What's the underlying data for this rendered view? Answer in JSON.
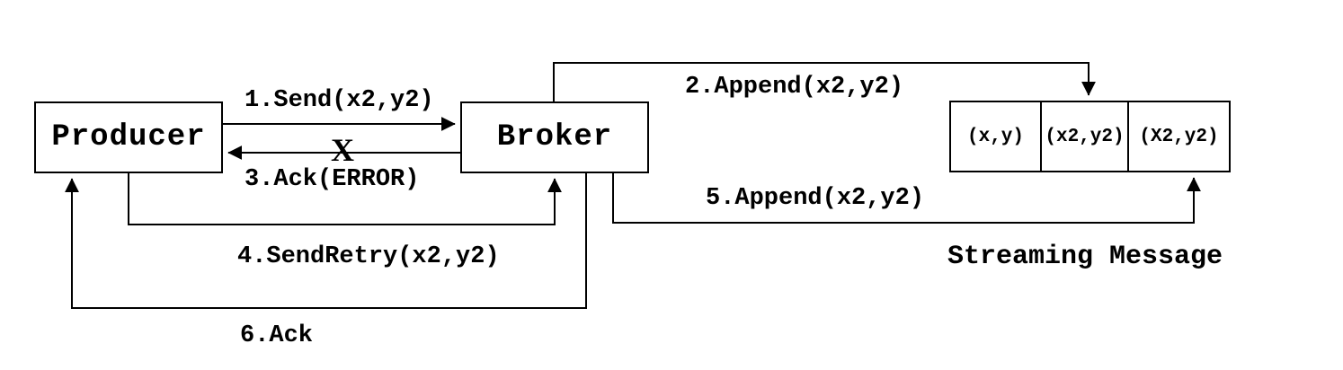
{
  "diagram": {
    "background_color": "#ffffff",
    "line_color": "#000000",
    "nodes": {
      "producer": {
        "label": "Producer"
      },
      "broker": {
        "label": "Broker"
      },
      "queue": {
        "cells": [
          "(x,y)",
          "(x2,y2)",
          "(X2,y2)"
        ],
        "caption": "Streaming Message"
      }
    },
    "messages": [
      {
        "label": "1.Send(x2,y2)",
        "from": "producer",
        "to": "broker"
      },
      {
        "label": "2.Append(x2,y2)",
        "from": "broker",
        "to": "queue"
      },
      {
        "label": "3.Ack(ERROR)",
        "from": "broker",
        "to": "producer"
      },
      {
        "label": "4.SendRetry(x2,y2)",
        "from": "producer",
        "to": "broker"
      },
      {
        "label": "5.Append(x2,y2)",
        "from": "broker",
        "to": "queue"
      },
      {
        "label": "6.Ack",
        "from": "broker",
        "to": "producer"
      }
    ],
    "failure_mark": "X"
  }
}
